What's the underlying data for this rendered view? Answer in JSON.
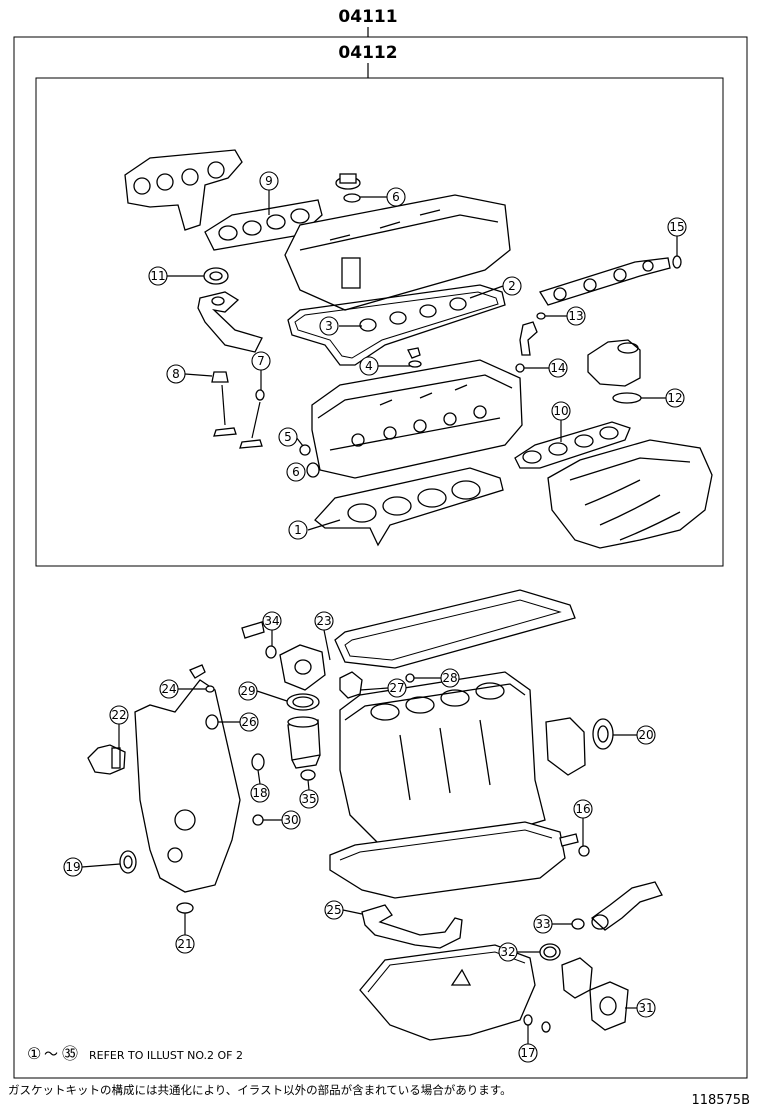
{
  "kit_outer_code": "04111",
  "kit_inner_code": "04112",
  "note_range_start": "①",
  "note_tilde": "～",
  "note_range_end": "㉟",
  "note_text": "REFER TO ILLUST NO.2 OF 2",
  "footer_japanese": "ガスケットキットの構成には共通化により、イラスト以外の部品が含まれている場合があります。",
  "illustration_id": "118575B",
  "callouts": [
    "1",
    "2",
    "3",
    "4",
    "5",
    "6",
    "7",
    "8",
    "9",
    "10",
    "11",
    "12",
    "13",
    "14",
    "15",
    "16",
    "17",
    "18",
    "19",
    "20",
    "21",
    "22",
    "23",
    "24",
    "25",
    "26",
    "27",
    "28",
    "29",
    "30",
    "31",
    "32",
    "33",
    "34",
    "35"
  ]
}
